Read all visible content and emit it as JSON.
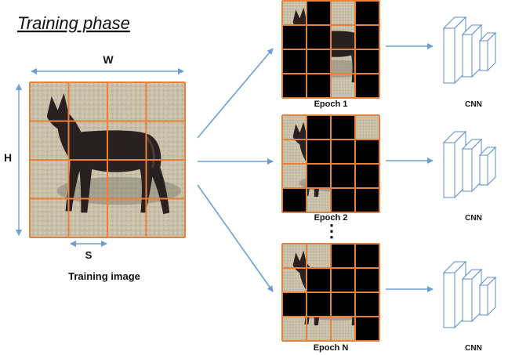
{
  "title": "Training phase",
  "input": {
    "width_label": "W",
    "height_label": "H",
    "stride_label": "S",
    "caption": "Training image",
    "grid": 4
  },
  "epochs": [
    {
      "label": "Epoch 1",
      "mask": [
        0,
        1,
        0,
        1,
        1,
        1,
        0,
        1,
        1,
        1,
        0,
        1,
        1,
        1,
        0,
        1
      ]
    },
    {
      "label": "Epoch 2",
      "mask": [
        0,
        1,
        1,
        0,
        0,
        1,
        1,
        1,
        0,
        1,
        1,
        1,
        1,
        0,
        1,
        1
      ]
    },
    {
      "label": "Epoch N",
      "mask": [
        0,
        0,
        1,
        1,
        0,
        1,
        1,
        1,
        1,
        1,
        1,
        1,
        0,
        0,
        0,
        1
      ]
    }
  ],
  "ellipsis": "⋮",
  "model_label": "CNN",
  "colors": {
    "grid": "#e8823a",
    "arrow": "#6b9fd4",
    "mask": "#000000",
    "cnn_stroke": "#5a8ec8",
    "photo_bg": "#c8bfa8",
    "dog": "#2a2020"
  }
}
